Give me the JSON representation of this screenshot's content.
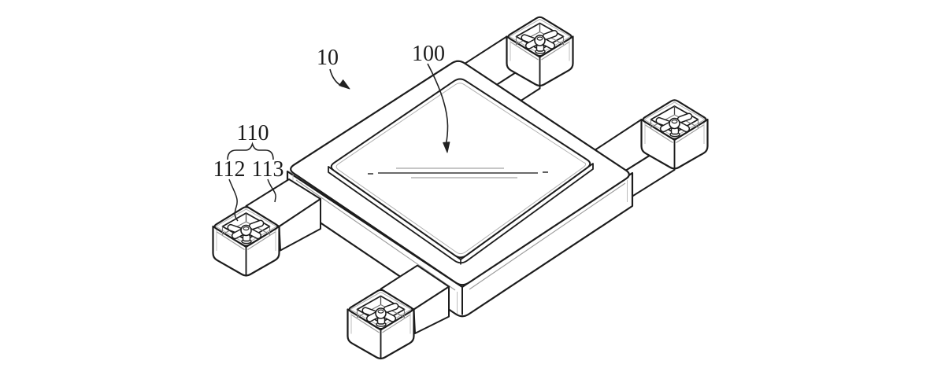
{
  "figure": {
    "kind": "patent-isometric-drawing",
    "subject": "quadcopter drone assembly",
    "background": "#ffffff",
    "line_color": "#1c1c1c",
    "detail_color": "#8c8c8c",
    "labels": {
      "assembly": "10",
      "body_plate": "100",
      "rotor_unit": "110",
      "propeller": "112",
      "arm": "113"
    }
  }
}
